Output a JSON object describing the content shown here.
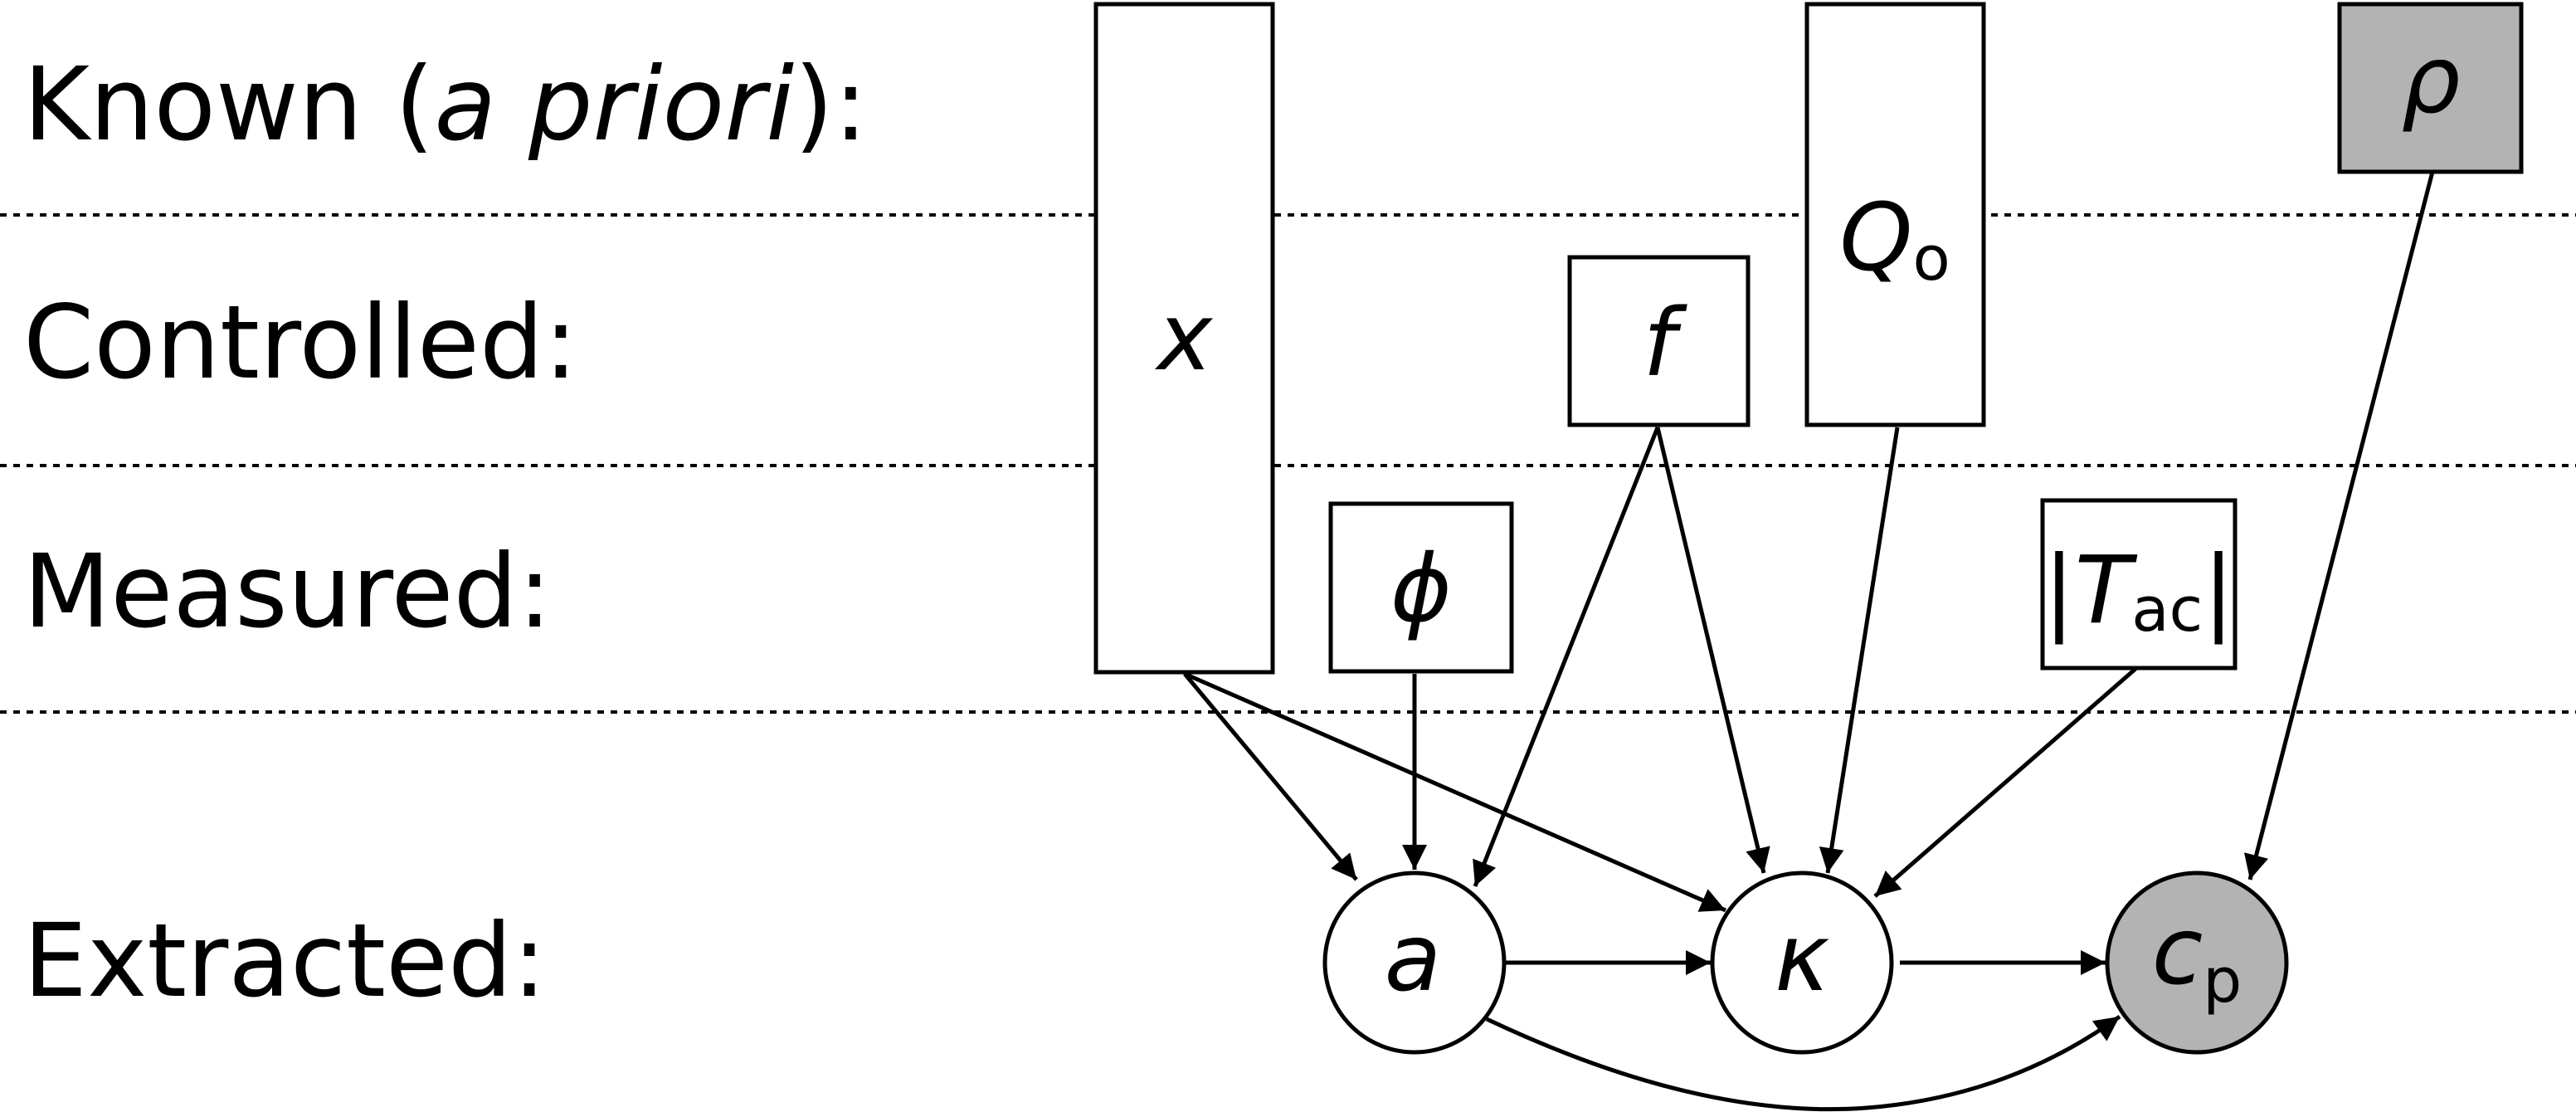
{
  "colors": {
    "known_fill": "#b3b3b3",
    "extracted_fill": "#b3b3b3",
    "node_fill": "#ffffff",
    "stroke": "#000000"
  },
  "rows": {
    "known": {
      "label_plain": "Known (",
      "label_italic": "a priori",
      "label_end": "):"
    },
    "controlled": {
      "label": "Controlled:"
    },
    "measured": {
      "label": "Measured:"
    },
    "extracted": {
      "label": "Extracted:"
    }
  },
  "nodes": {
    "x": {
      "symbol": "x",
      "row": "controlled"
    },
    "phi": {
      "symbol": "ϕ",
      "row": "measured"
    },
    "f": {
      "symbol": "f",
      "row": "controlled"
    },
    "Qo": {
      "symbol": "Q",
      "subscript": "o",
      "row": "controlled"
    },
    "Tac": {
      "bar_left": "|",
      "symbol": "T",
      "subscript": "ac",
      "bar_right": "|",
      "row": "measured"
    },
    "rho": {
      "symbol": "ρ",
      "row": "known"
    },
    "a": {
      "symbol": "a",
      "row": "extracted"
    },
    "kappa": {
      "symbol": "κ",
      "row": "extracted"
    },
    "cp": {
      "symbol": "c",
      "subscript": "p",
      "row": "extracted"
    }
  },
  "edges": [
    {
      "from": "x",
      "to": "a"
    },
    {
      "from": "x",
      "to": "kappa"
    },
    {
      "from": "phi",
      "to": "a"
    },
    {
      "from": "f",
      "to": "a"
    },
    {
      "from": "f",
      "to": "kappa"
    },
    {
      "from": "Qo",
      "to": "kappa"
    },
    {
      "from": "Tac",
      "to": "kappa"
    },
    {
      "from": "rho",
      "to": "cp"
    },
    {
      "from": "a",
      "to": "kappa"
    },
    {
      "from": "kappa",
      "to": "cp"
    },
    {
      "from": "a",
      "to": "cp"
    }
  ]
}
